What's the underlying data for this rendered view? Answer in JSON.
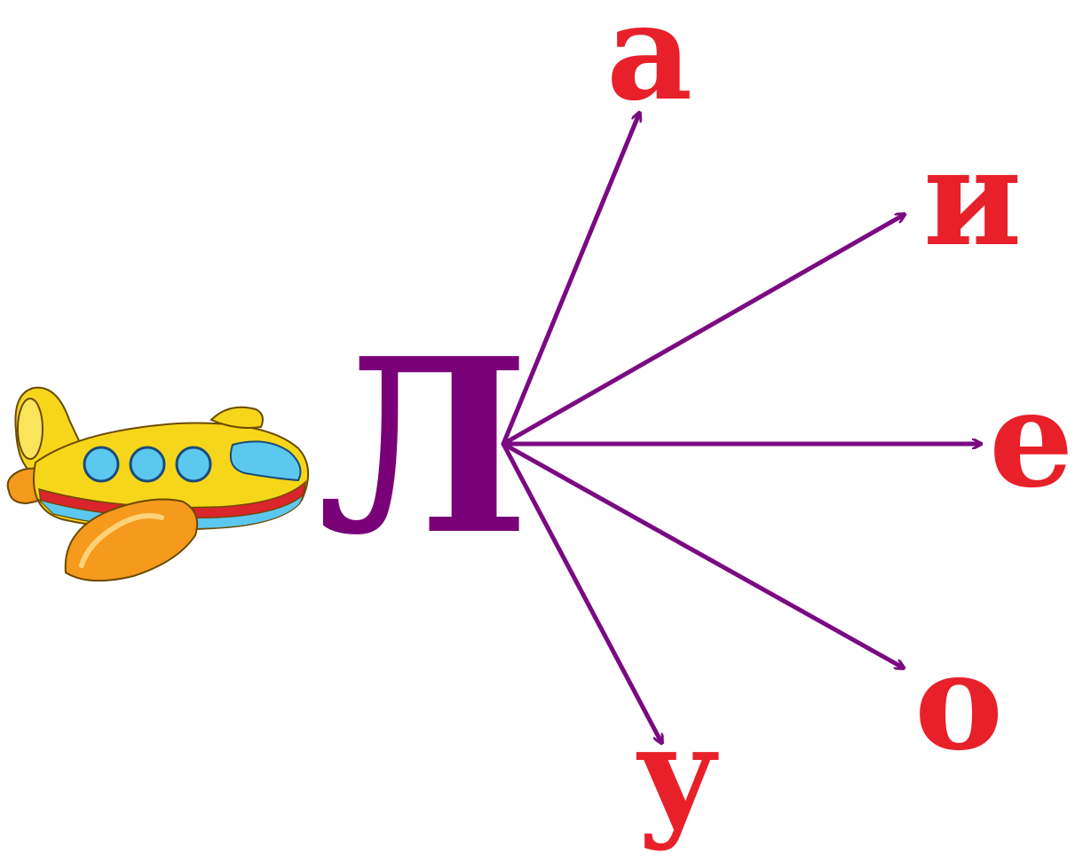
{
  "center_letter": "Л",
  "targets": [
    {
      "id": "a",
      "letter": "а"
    },
    {
      "id": "i",
      "letter": "и"
    },
    {
      "id": "e",
      "letter": "е"
    },
    {
      "id": "o",
      "letter": "о"
    },
    {
      "id": "u",
      "letter": "у"
    }
  ],
  "colors": {
    "center_letter": "#7a0078",
    "target_letters": "#e8202a",
    "arrows": "#7b0a82",
    "plane_body": "#f6d61a",
    "plane_wing": "#f59a1c",
    "plane_stripe": "#d9252b",
    "plane_window": "#5cc8f0"
  },
  "icons": {
    "plane": "airplane-illustration"
  }
}
